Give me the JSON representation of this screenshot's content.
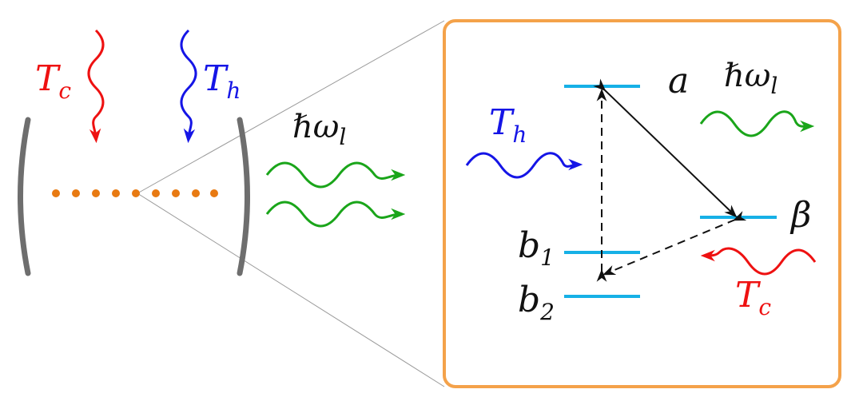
{
  "colors": {
    "hot": "#1515e6",
    "cold": "#ee1111",
    "laser": "#1aa51a",
    "atoms": "#e87a12",
    "mirror": "#6e6e6e",
    "inset_border": "#f4a24a",
    "level": "#16b0e6",
    "transition": "#111111",
    "zoom_lines": "#9a9a9a"
  },
  "cavity": {
    "cold_bath": {
      "symbol": "T",
      "subscript": "c"
    },
    "hot_bath": {
      "symbol": "T",
      "subscript": "h"
    },
    "laser_output": {
      "symbol": "ℏω",
      "subscript": "l"
    }
  },
  "inset": {
    "levels": {
      "a": {
        "symbol": "a"
      },
      "beta": {
        "symbol": "β"
      },
      "b1": {
        "symbol": "b",
        "subscript": "1"
      },
      "b2": {
        "symbol": "b",
        "subscript": "2"
      }
    },
    "hot_bath": {
      "symbol": "T",
      "subscript": "h"
    },
    "cold_bath": {
      "symbol": "T",
      "subscript": "c"
    },
    "laser_output": {
      "symbol": "ℏω",
      "subscript": "l"
    }
  }
}
